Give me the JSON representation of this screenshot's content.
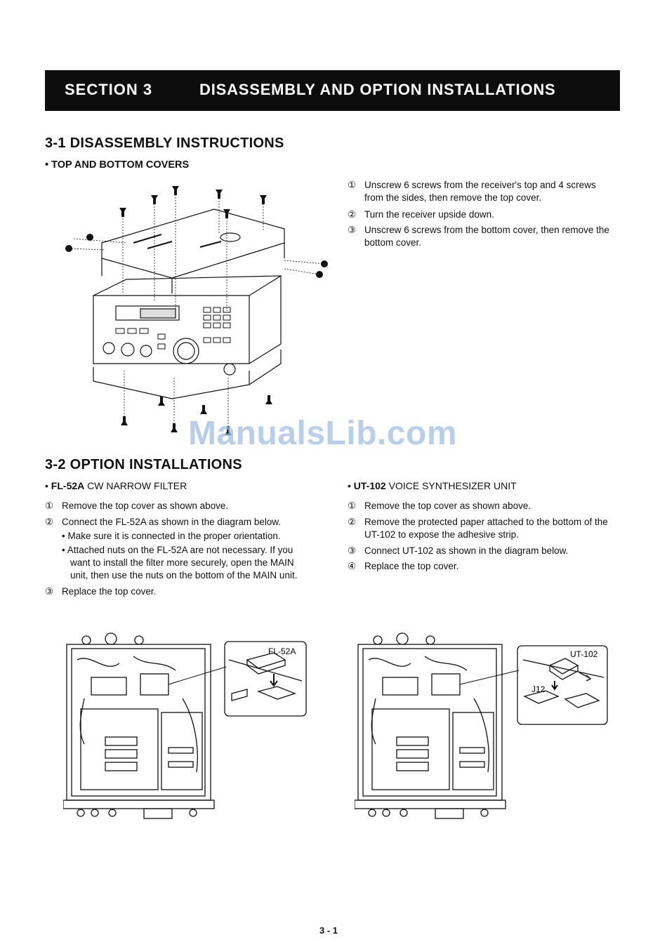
{
  "header": {
    "section": "SECTION  3",
    "title": "DISASSEMBLY AND OPTION INSTALLATIONS"
  },
  "s31": {
    "heading": "3-1  DISASSEMBLY INSTRUCTIONS",
    "sub": "• TOP AND BOTTOM COVERS",
    "steps": [
      {
        "num": "①",
        "lines": [
          "Unscrew 6 screws from the receiver's top and 4 screws",
          "from the sides, then remove the top cover."
        ]
      },
      {
        "num": "②",
        "lines": [
          "Turn the receiver upside down."
        ]
      },
      {
        "num": "③",
        "lines": [
          "Unscrew 6 screws from the bottom cover, then remove the",
          "bottom cover."
        ]
      }
    ]
  },
  "s32": {
    "heading": "3-2  OPTION INSTALLATIONS",
    "fl": {
      "model": "FL-52A",
      "desc": " CW NARROW FILTER",
      "step1": "Remove the top cover as shown above.",
      "step2": "Connect the FL-52A as shown in the diagram below.",
      "b1": "Make sure it is connected in the proper orientation.",
      "b2": [
        "Attached nuts on the FL-52A are not necessary.  If you",
        "want to install the filter more securely, open the MAIN",
        "unit, then use the nuts on the bottom of the MAIN unit."
      ],
      "step3": "Replace the top cover.",
      "diagram_label": "FL-52A"
    },
    "ut": {
      "model": "UT-102",
      "desc": " VOICE SYNTHESIZER UNIT",
      "step1": "Remove the top cover as shown above.",
      "step2": [
        "Remove the protected paper attached to the bottom of the",
        "UT-102 to expose the adhesive strip."
      ],
      "step3": "Connect UT-102 as shown in the diagram below.",
      "step4": "Replace the top cover.",
      "diagram_label": "UT-102",
      "jack_label": "J12"
    },
    "nums": [
      "①",
      "②",
      "③",
      "④"
    ]
  },
  "watermark": "ManualsLib.com",
  "page_number": "3 - 1"
}
